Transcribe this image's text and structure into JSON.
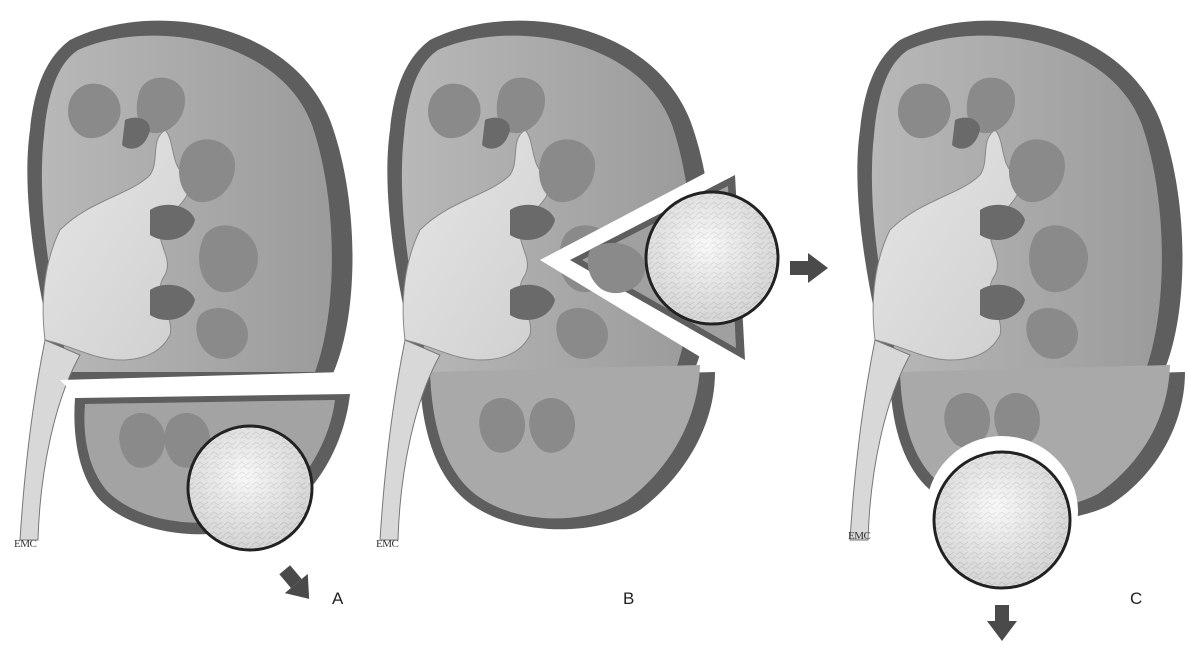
{
  "figure": {
    "panels": [
      {
        "id": "A",
        "label": "A",
        "credit": "EMC",
        "procedure": "lower-pole-transverse-resection"
      },
      {
        "id": "B",
        "label": "B",
        "credit": "EMC",
        "procedure": "wedge-resection"
      },
      {
        "id": "C",
        "label": "C",
        "credit": "EMC",
        "procedure": "enucleation"
      }
    ],
    "colors": {
      "background": "#ffffff",
      "capsule_dark": "#5e5e5e",
      "cortex": "#a9a9a9",
      "sinus": "#dcdcdc",
      "pyramid": "#8a8a8a",
      "tumor_fill": "#ededed",
      "arrow": "#4a4a4a"
    },
    "icons": [
      "arrow-down-right-icon",
      "arrow-right-icon",
      "arrow-down-icon"
    ]
  }
}
